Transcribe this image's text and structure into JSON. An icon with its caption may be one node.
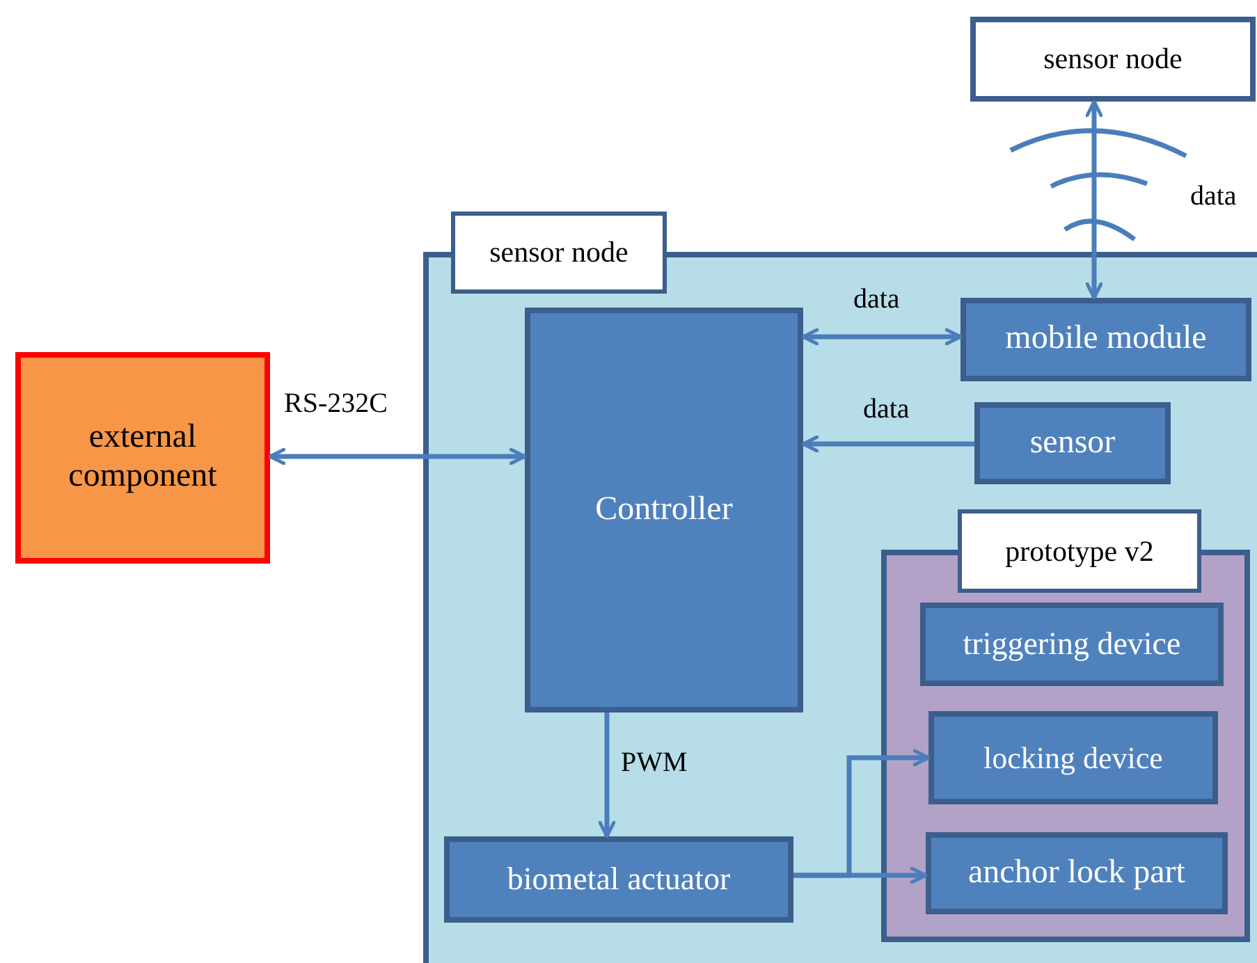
{
  "diagram": {
    "nodes": [
      {
        "text": [
          "sensor node"
        ]
      },
      {
        "text": [
          "sensor node"
        ]
      },
      {
        "text": [
          "external component"
        ]
      },
      {
        "text": [
          "Controller"
        ],
        "in": 1
      },
      {
        "text": [
          "mobile module"
        ],
        "in": 1
      },
      {
        "text": [
          "sensor"
        ],
        "in": 1
      },
      {
        "text": [
          "prototype v2"
        ],
        "in": 1
      },
      {
        "text": [
          "triggering device"
        ],
        "in": 6
      },
      {
        "text": [
          "locking device"
        ],
        "in": 6
      },
      {
        "text": [
          "anchor lock part"
        ],
        "in": 6
      },
      {
        "text": [
          "biometal actuator"
        ],
        "in": 1
      }
    ],
    "edges": [
      {
        "from": 4,
        "to": 0,
        "arrow": "both",
        "label": "data"
      },
      {
        "from": 3,
        "to": 4,
        "arrow": "both",
        "label": "data"
      },
      {
        "from": 5,
        "to": 3,
        "arrow": "to",
        "label": "data"
      },
      {
        "from": 2,
        "to": 3,
        "arrow": "both",
        "label": "RS-232C"
      },
      {
        "from": 3,
        "to": 10,
        "arrow": "to",
        "label": "PWM"
      },
      {
        "from": 10,
        "to": 8,
        "arrow": "to"
      },
      {
        "from": 10,
        "to": 9,
        "arrow": "to"
      }
    ]
  }
}
